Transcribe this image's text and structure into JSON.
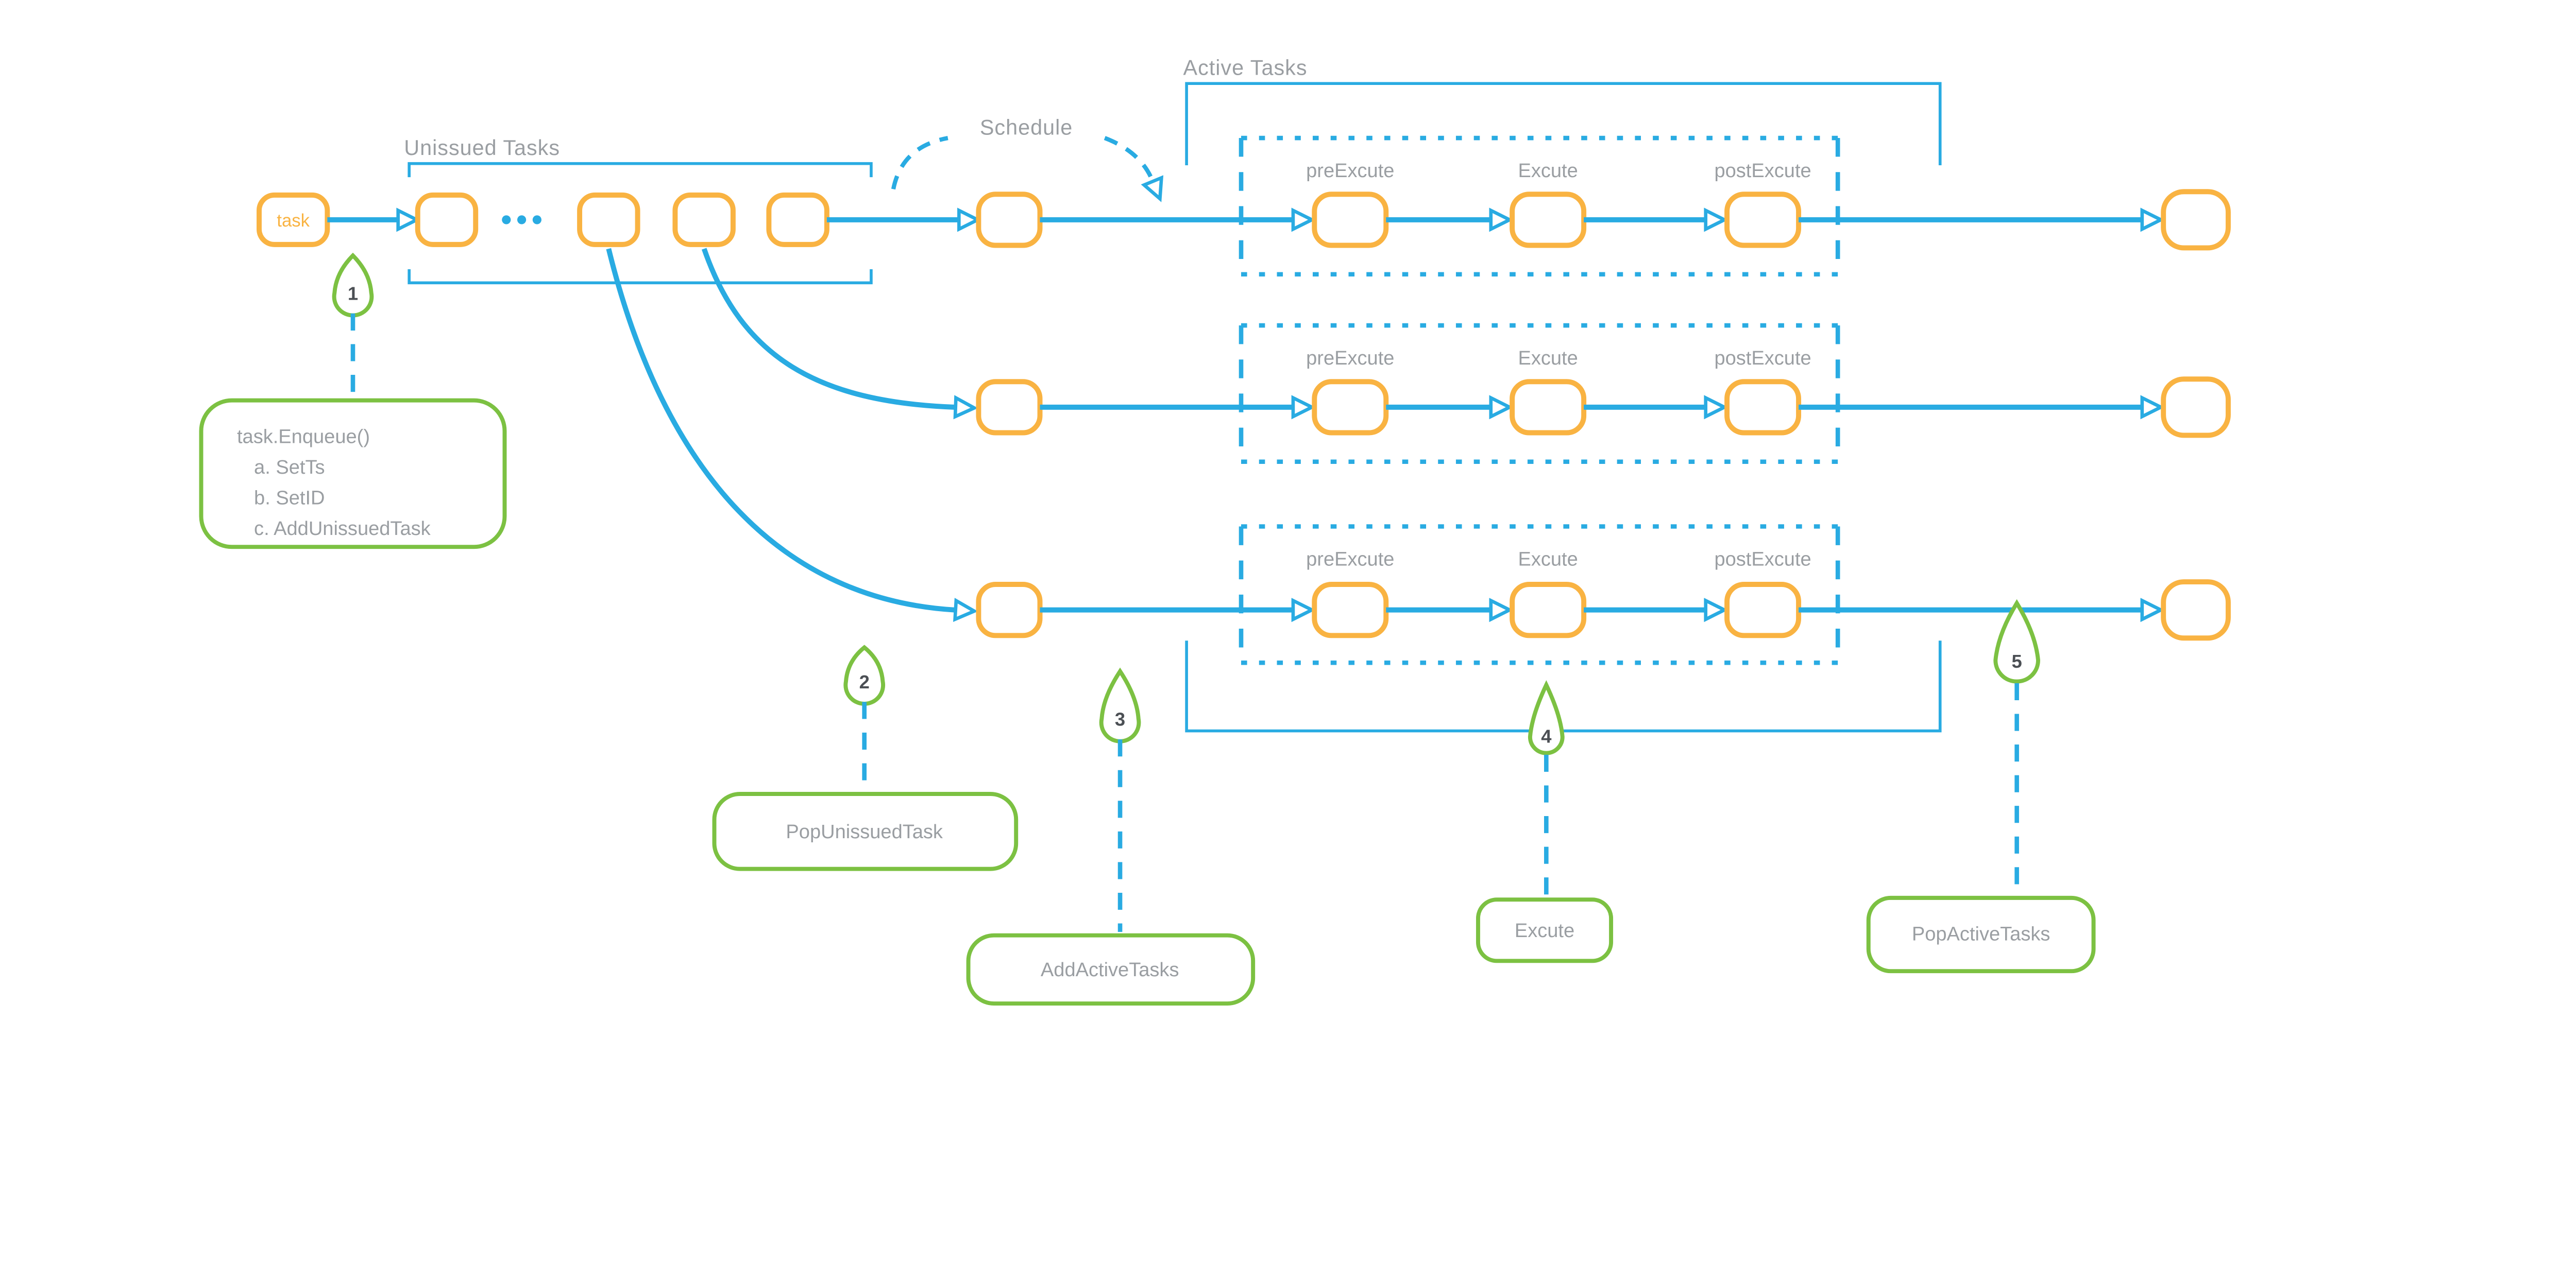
{
  "colors": {
    "accent_blue": "#29ABE2",
    "node_orange": "#F9B342",
    "marker_green": "#7CC142",
    "label_gray": "#9A9EA2",
    "number_gray": "#4B4F54"
  },
  "sections": {
    "unissued_tasks": "Unissued Tasks",
    "schedule": "Schedule",
    "active_tasks": "Active Tasks"
  },
  "nodes": {
    "task_label": "task"
  },
  "phases": {
    "pre": "preExcute",
    "exec": "Excute",
    "post": "postExcute"
  },
  "markers": {
    "m1": {
      "number": "1",
      "label_lines": [
        "task.Enqueue()",
        "a. SetTs",
        "b. SetID",
        "c. AddUnissuedTask"
      ]
    },
    "m2": {
      "number": "2",
      "label": "PopUnissuedTask"
    },
    "m3": {
      "number": "3",
      "label": "AddActiveTasks"
    },
    "m4": {
      "number": "4",
      "label": "Excute"
    },
    "m5": {
      "number": "5",
      "label": "PopActiveTasks"
    }
  }
}
